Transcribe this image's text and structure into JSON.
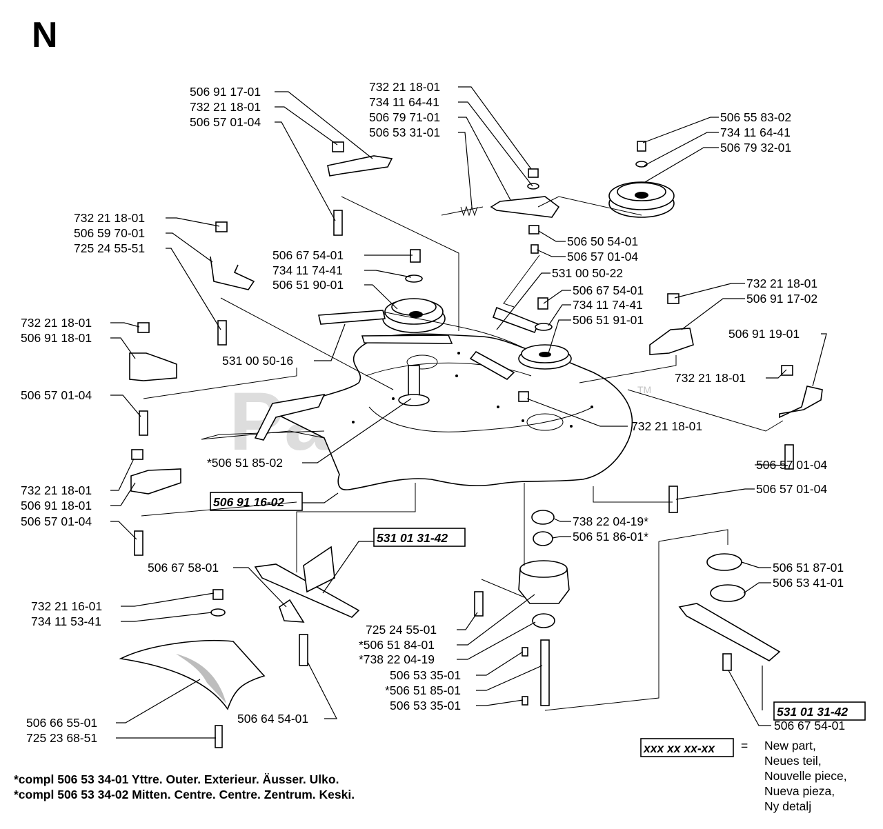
{
  "sheet_letter": "N",
  "watermark": "PartsTree",
  "watermark_tm": "TM",
  "labels": {
    "a01": "506 91 17-01",
    "a02": "732 21 18-01",
    "a03": "506 57 01-04",
    "a04": "732 21 18-01",
    "a05": "734 11 64-41",
    "a06": "506 79 71-01",
    "a07": "506 53 31-01",
    "a08": "506 55 83-02",
    "a09": "734 11 64-41",
    "a10": "506 79 32-01",
    "a11": "732 21 18-01",
    "a12": "506 59 70-01",
    "a13": "725 24 55-51",
    "a14": "506 50 54-01",
    "a15": "506 57 01-04",
    "a16": "506 67 54-01",
    "a17": "734 11 74-41",
    "a18": "506 51 90-01",
    "a19": "531 00 50-22",
    "a20": "506 67 54-01",
    "a21": "734 11 74-41",
    "a22": "506 51 91-01",
    "a23": "732 21 18-01",
    "a24": "506 91 17-02",
    "a25": "732 21 18-01",
    "a26": "506 91 18-01",
    "a27": "506 91 19-01",
    "a28": "531 00 50-16",
    "a29": "732 21 18-01",
    "a30": "506 57 01-04",
    "a31": "732 21 18-01",
    "a32": "*506 51 85-02",
    "a33": "506 57 01-04",
    "a34": "506 57 01-04",
    "a35": "732 21 18-01",
    "a36": "506 91 18-01",
    "a37": "506 57 01-04",
    "a38": "738 22 04-19*",
    "a39": "506 51 86-01*",
    "a40": "506 67 58-01",
    "a41": "506 51 87-01",
    "a42": "506 53 41-01",
    "a43": "732 21 16-01",
    "a44": "734 11 53-41",
    "a45": "725 24 55-01",
    "a46": "*506 51 84-01",
    "a47": "*738 22 04-19",
    "a48": "506 53 35-01",
    "a49": "*506 51 85-01",
    "a50": "506 53 35-01",
    "a51": "506 66 55-01",
    "a52": "725 23 68-51",
    "a53": "506 64 54-01",
    "a54": "506 67 54-01"
  },
  "boxed_labels": {
    "deck": "506 91 16-02",
    "blade_left": "531 01 31-42",
    "blade_right": "531 01 31-42"
  },
  "footnotes": {
    "line1": "*compl 506 53 34-01 Yttre. Outer. Exterieur. Äusser. Ulko.",
    "line2": "*compl 506 53 34-02 Mitten. Centre. Centre. Zentrum. Keski."
  },
  "legend": {
    "key": "xxx xx xx-xx",
    "equals": "=",
    "lines": [
      "New part,",
      "Neues teil,",
      "Nouvelle piece,",
      "Nueva pieza,",
      "Ny detalj"
    ]
  }
}
